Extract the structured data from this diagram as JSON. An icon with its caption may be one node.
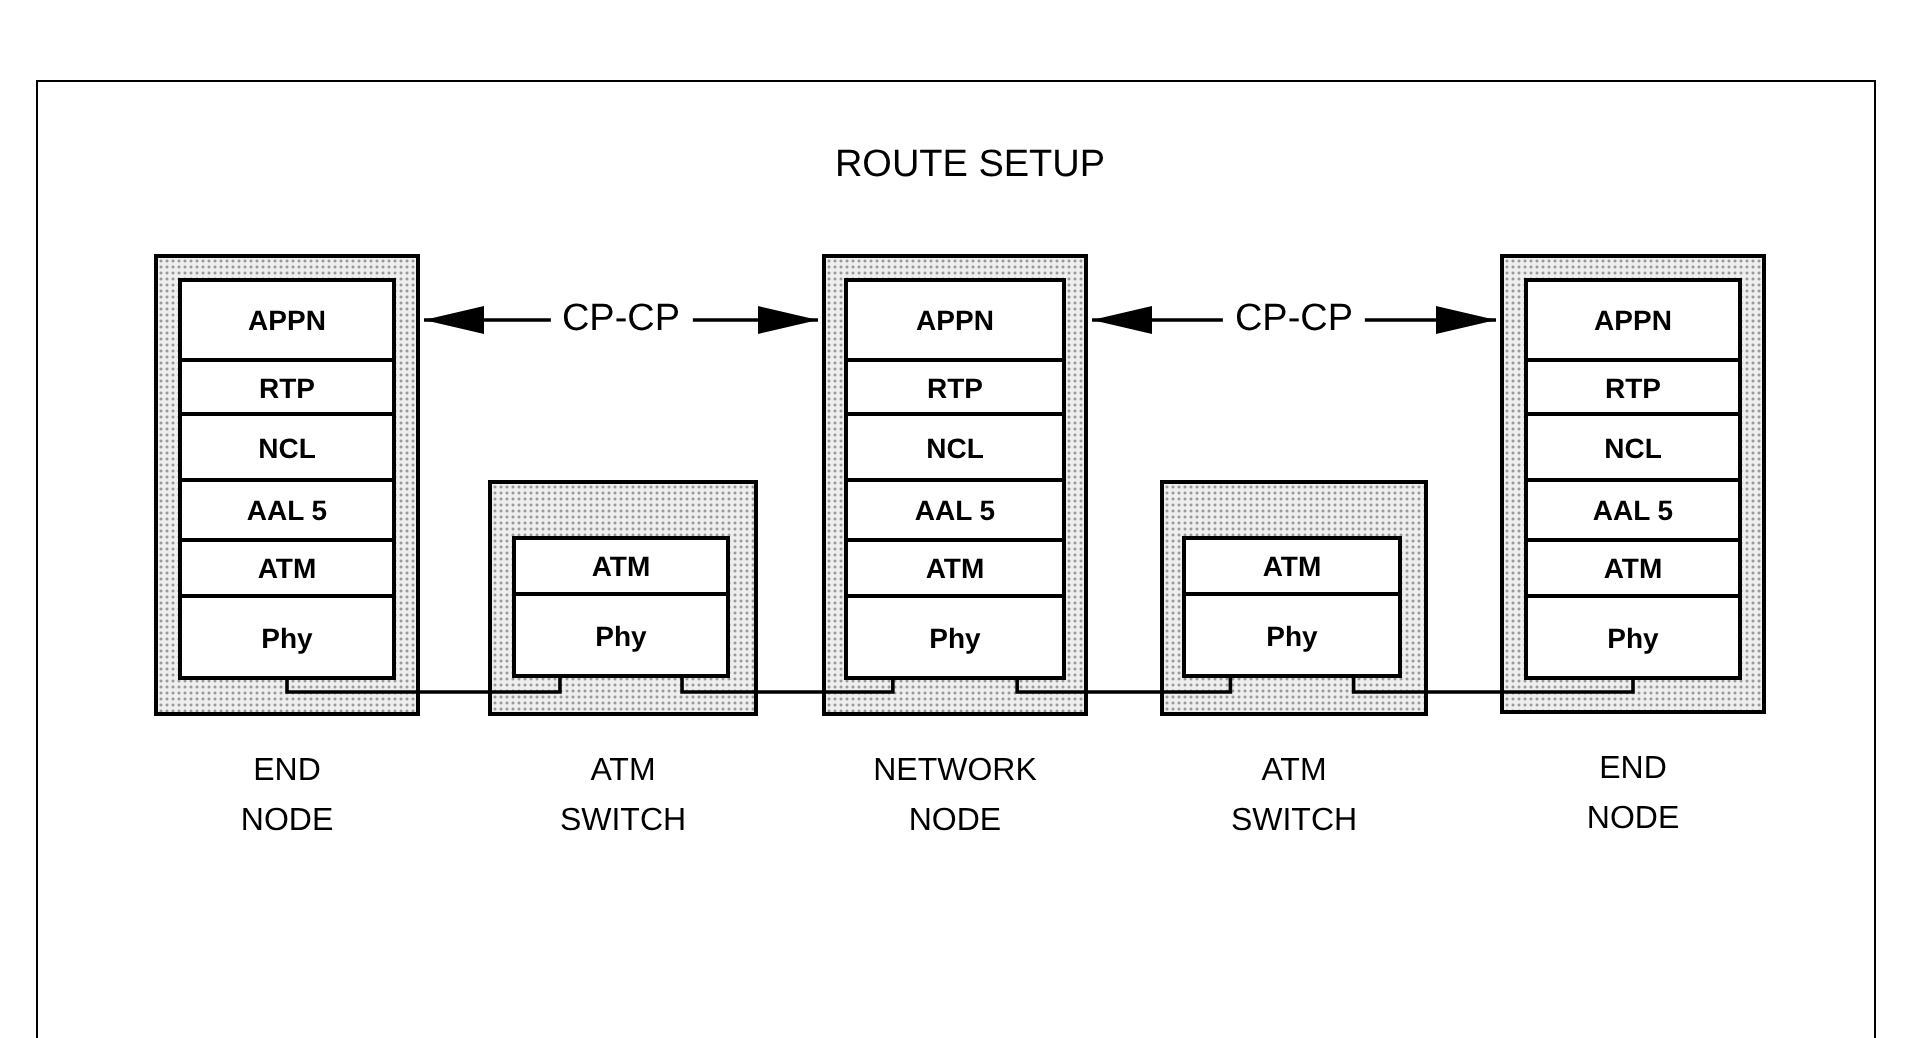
{
  "diagram": {
    "title": "ROUTE SETUP",
    "nodes": [
      {
        "text": [],
        "shape": "box",
        "beside": [
          "END NODE"
        ]
      },
      {
        "text": [
          "APPN"
        ],
        "in": 0
      },
      {
        "text": [
          "RTP"
        ],
        "in": 0
      },
      {
        "text": [
          "NCL"
        ],
        "in": 0
      },
      {
        "text": [
          "AAL 5"
        ],
        "in": 0
      },
      {
        "text": [
          "ATM"
        ],
        "in": 0
      },
      {
        "text": [
          "Phy"
        ],
        "in": 0
      },
      {
        "text": [],
        "shape": "box",
        "beside": [
          "ATM SWITCH"
        ]
      },
      {
        "text": [
          "ATM"
        ],
        "in": 7
      },
      {
        "text": [
          "Phy"
        ],
        "in": 7
      },
      {
        "text": [],
        "shape": "box",
        "beside": [
          "NETWORK NODE"
        ]
      },
      {
        "text": [
          "APPN"
        ],
        "in": 10
      },
      {
        "text": [
          "RTP"
        ],
        "in": 10
      },
      {
        "text": [
          "NCL"
        ],
        "in": 10
      },
      {
        "text": [
          "AAL 5"
        ],
        "in": 10
      },
      {
        "text": [
          "ATM"
        ],
        "in": 10
      },
      {
        "text": [
          "Phy"
        ],
        "in": 10
      },
      {
        "text": [],
        "shape": "box",
        "beside": [
          "ATM SWITCH"
        ]
      },
      {
        "text": [
          "ATM"
        ],
        "in": 17
      },
      {
        "text": [
          "Phy"
        ],
        "in": 17
      },
      {
        "text": [],
        "shape": "box",
        "beside": [
          "END NODE"
        ]
      },
      {
        "text": [
          "APPN"
        ],
        "in": 20
      },
      {
        "text": [
          "RTP"
        ],
        "in": 20
      },
      {
        "text": [
          "NCL"
        ],
        "in": 20
      },
      {
        "text": [
          "AAL 5"
        ],
        "in": 20
      },
      {
        "text": [
          "ATM"
        ],
        "in": 20
      },
      {
        "text": [
          "Phy"
        ],
        "in": 20
      }
    ],
    "edges": [
      {
        "from": 1,
        "to": 11,
        "arrow": "both",
        "label": "CP-CP"
      },
      {
        "from": 11,
        "to": 21,
        "arrow": "both",
        "label": "CP-CP"
      },
      {
        "from": 6,
        "to": 9,
        "arrow": "none"
      },
      {
        "from": 9,
        "to": 16,
        "arrow": "none"
      },
      {
        "from": 16,
        "to": 19,
        "arrow": "none"
      },
      {
        "from": 19,
        "to": 26,
        "arrow": "none"
      }
    ]
  }
}
